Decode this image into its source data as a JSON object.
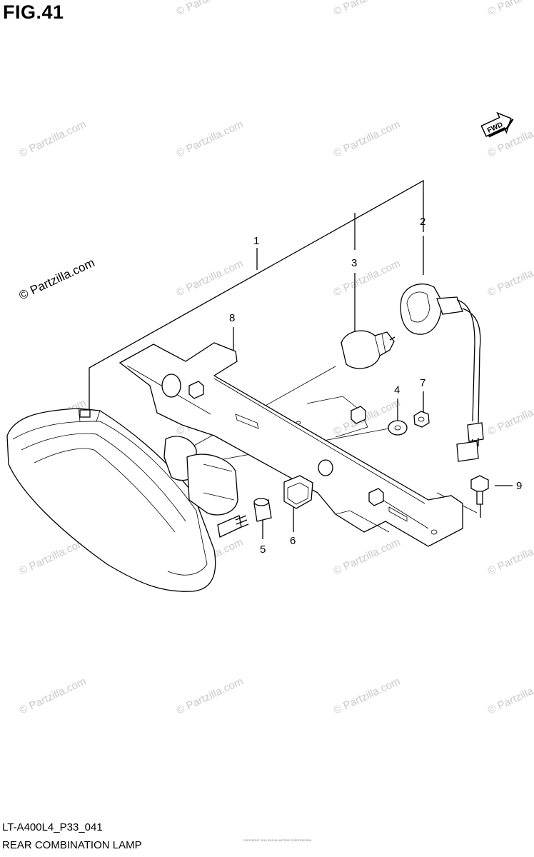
{
  "figure": {
    "title": "FIG.41",
    "model_code": "LT-A400L4_P33_041",
    "name": "REAR COMBINATION LAMP",
    "fine_print": "COPYRIGHT 2014 SUZUKI MOTOR CORPORATION"
  },
  "watermark": {
    "text": "© Partzilla.com",
    "color": "#c9c9c9"
  },
  "direction_badge": {
    "label": "FWD",
    "icon": "fwd-arrow-icon"
  },
  "callouts": [
    {
      "number": "1",
      "part": "lamp assembly"
    },
    {
      "number": "2",
      "part": "socket with wiring"
    },
    {
      "number": "3",
      "part": "bulb"
    },
    {
      "number": "4",
      "part": "washer"
    },
    {
      "number": "5",
      "part": "spacer"
    },
    {
      "number": "6",
      "part": "grommet"
    },
    {
      "number": "7",
      "part": "nut"
    },
    {
      "number": "8",
      "part": "bracket"
    },
    {
      "number": "9",
      "part": "bolt"
    }
  ]
}
